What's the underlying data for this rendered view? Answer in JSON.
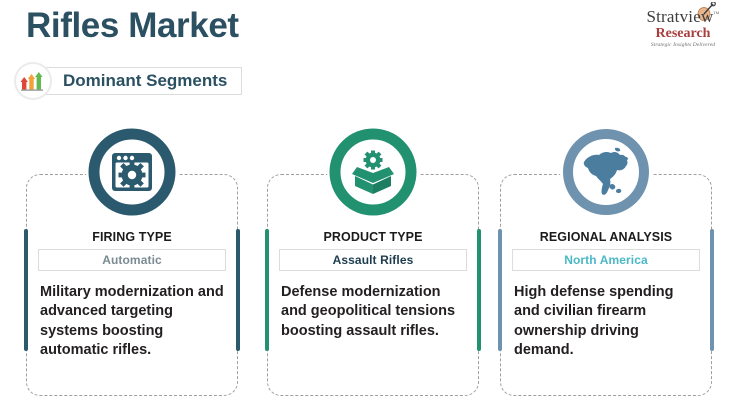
{
  "header": {
    "title": "Rifles Market",
    "badge": {
      "icon": "ascending-bars-icon",
      "label": "Dominant Segments"
    },
    "logo": {
      "name": "Stratview",
      "tm": "™",
      "secondary": "Research",
      "tagline": "Strategic Insights Delivered"
    }
  },
  "colors": {
    "title": "#2b5062",
    "card1_accent": "#2b5a6e",
    "card2_accent": "#219170",
    "card3_accent": "#6f93ae",
    "pill1_text": "#7a8b93",
    "pill2_text": "#1d3c4e",
    "pill3_text": "#4bb8c6",
    "arrow_red": "#e0453a",
    "arrow_orange": "#f3a23a",
    "arrow_green": "#63b84f",
    "logo_research": "#a83f3f"
  },
  "cards": [
    {
      "icon": "browser-gear-icon",
      "accent": "#2b5a6e",
      "header": "FIRING TYPE",
      "pill": "Automatic",
      "pill_color": "#7a8b93",
      "text": "Military modernization and advanced targeting systems boosting automatic rifles."
    },
    {
      "icon": "open-box-gear-icon",
      "accent": "#219170",
      "header": "PRODUCT TYPE",
      "pill": "Assault Rifles",
      "pill_color": "#1d3c4e",
      "text": "Defense modernization and geopolitical tensions boosting assault rifles."
    },
    {
      "icon": "north-america-globe-icon",
      "accent": "#6f93ae",
      "header": "REGIONAL ANALYSIS",
      "pill": "North America",
      "pill_color": "#4bb8c6",
      "text": "High defense spending and civilian firearm ownership driving demand."
    }
  ]
}
